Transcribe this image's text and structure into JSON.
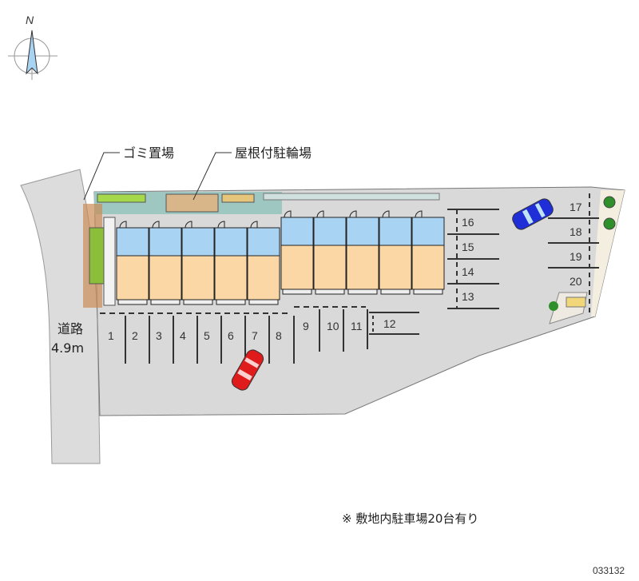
{
  "compass": {
    "north_label": "N"
  },
  "labels": {
    "garbage": "ゴミ置場",
    "bike_parking": "屋根付駐輪場",
    "road_name": "道路",
    "road_width": "4.9m"
  },
  "parking_spaces": [
    "1",
    "2",
    "3",
    "4",
    "5",
    "6",
    "7",
    "8",
    "9",
    "10",
    "11",
    "12",
    "13",
    "14",
    "15",
    "16",
    "17",
    "18",
    "19",
    "20"
  ],
  "note": "※ 敷地内駐車場20台有り",
  "property_id": "033132",
  "colors": {
    "road": "#dcdcdc",
    "lot": "#d9d9d9",
    "unit_wet": "#a9d3f2",
    "unit_room": "#fad7a4",
    "car_blue": "#1f2ed6",
    "car_red": "#e01b1b",
    "green": "#2f8f2a"
  }
}
